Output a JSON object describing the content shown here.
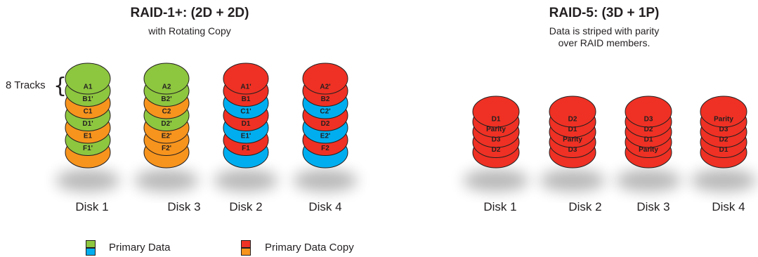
{
  "colors": {
    "green": "#8dc63f",
    "blue": "#00aeef",
    "red": "#ee3124",
    "orange": "#f7941d",
    "outline": "#231f20"
  },
  "left": {
    "title": "RAID-1+: (2D + 2D)",
    "subtitle": "with Rotating Copy",
    "tracks_label": "8 Tracks",
    "disks": [
      {
        "label": "Disk 1",
        "top": "green",
        "layers": [
          {
            "text": "A1",
            "color": "green"
          },
          {
            "text": "B1'",
            "color": "orange"
          },
          {
            "text": "C1",
            "color": "green"
          },
          {
            "text": "D1'",
            "color": "orange"
          },
          {
            "text": "E1",
            "color": "green"
          },
          {
            "text": "F1'",
            "color": "orange"
          }
        ]
      },
      {
        "label": "Disk 3",
        "top": "green",
        "layers": [
          {
            "text": "A2",
            "color": "green"
          },
          {
            "text": "B2'",
            "color": "orange"
          },
          {
            "text": "C2",
            "color": "green"
          },
          {
            "text": "D2'",
            "color": "orange"
          },
          {
            "text": "E2'",
            "color": "orange"
          },
          {
            "text": "F2'",
            "color": "orange"
          }
        ]
      },
      {
        "label": "Disk 2",
        "top": "red",
        "layers": [
          {
            "text": "A1'",
            "color": "red"
          },
          {
            "text": "B1",
            "color": "blue"
          },
          {
            "text": "C1'",
            "color": "red"
          },
          {
            "text": "D1",
            "color": "blue"
          },
          {
            "text": "E1'",
            "color": "red"
          },
          {
            "text": "F1",
            "color": "blue"
          }
        ]
      },
      {
        "label": "Disk 4",
        "top": "red",
        "layers": [
          {
            "text": "A2'",
            "color": "red"
          },
          {
            "text": "B2",
            "color": "blue"
          },
          {
            "text": "C2'",
            "color": "red"
          },
          {
            "text": "D2",
            "color": "blue"
          },
          {
            "text": "E2'",
            "color": "red"
          },
          {
            "text": "F2",
            "color": "blue"
          }
        ]
      }
    ],
    "legend": [
      {
        "label": "Primary Data",
        "colors": [
          "green",
          "blue"
        ]
      },
      {
        "label": "Primary Data Copy",
        "colors": [
          "red",
          "orange"
        ]
      }
    ]
  },
  "right": {
    "title": "RAID-5: (3D + 1P)",
    "subtitle_line1": "Data is striped with parity",
    "subtitle_line2": "over RAID members.",
    "disks": [
      {
        "label": "Disk 1",
        "layers": [
          {
            "text": "D1"
          },
          {
            "text": "Parity"
          },
          {
            "text": "D3"
          },
          {
            "text": "D2"
          }
        ]
      },
      {
        "label": "Disk 2",
        "layers": [
          {
            "text": "D2"
          },
          {
            "text": "D1"
          },
          {
            "text": "Parity"
          },
          {
            "text": "D3"
          }
        ]
      },
      {
        "label": "Disk 3",
        "layers": [
          {
            "text": "D3"
          },
          {
            "text": "D2"
          },
          {
            "text": "D1"
          },
          {
            "text": "Parity"
          }
        ]
      },
      {
        "label": "Disk 4",
        "layers": [
          {
            "text": "Parity"
          },
          {
            "text": "D3"
          },
          {
            "text": "D2"
          },
          {
            "text": "D1"
          }
        ]
      }
    ]
  }
}
